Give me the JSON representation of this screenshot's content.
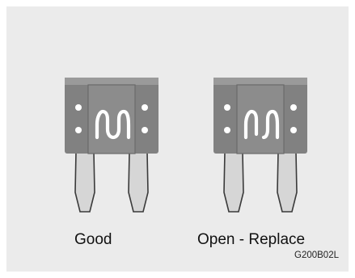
{
  "figure": {
    "code": "G200B02L",
    "colors": {
      "panel": "#ebebeb",
      "fuse_body": "#818181",
      "fuse_rim": "#9a9a9a",
      "blade": "#d6d6d6",
      "outline": "#3a3a3a"
    },
    "fuses": [
      {
        "label": "Good",
        "element_state": "intact"
      },
      {
        "label": "Open - Replace",
        "element_state": "blown"
      }
    ]
  }
}
